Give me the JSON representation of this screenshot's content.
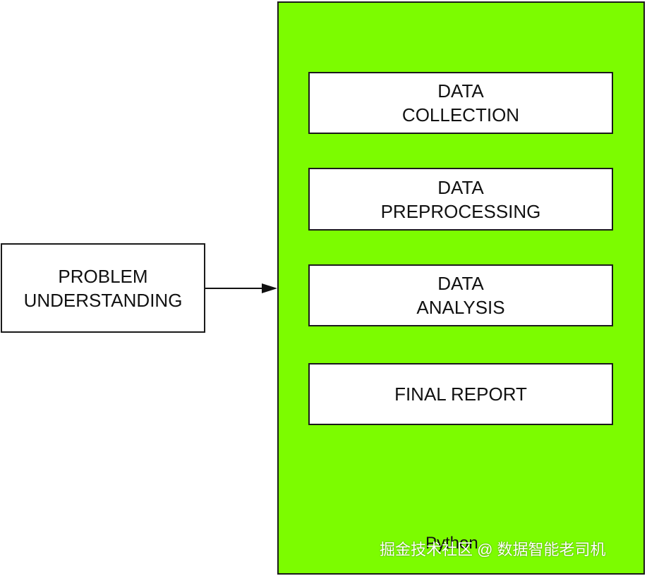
{
  "diagram": {
    "problem_box": {
      "label": "PROBLEM\nUNDERSTANDING"
    },
    "python_container": {
      "label": "Python",
      "fill_color": "#7cfc00"
    },
    "steps": [
      {
        "label": "DATA\nCOLLECTION"
      },
      {
        "label": "DATA\nPREPROCESSING"
      },
      {
        "label": "DATA\nANALYSIS"
      },
      {
        "label": "FINAL REPORT"
      }
    ],
    "watermark": "掘金技术社区 @ 数据智能老司机"
  }
}
